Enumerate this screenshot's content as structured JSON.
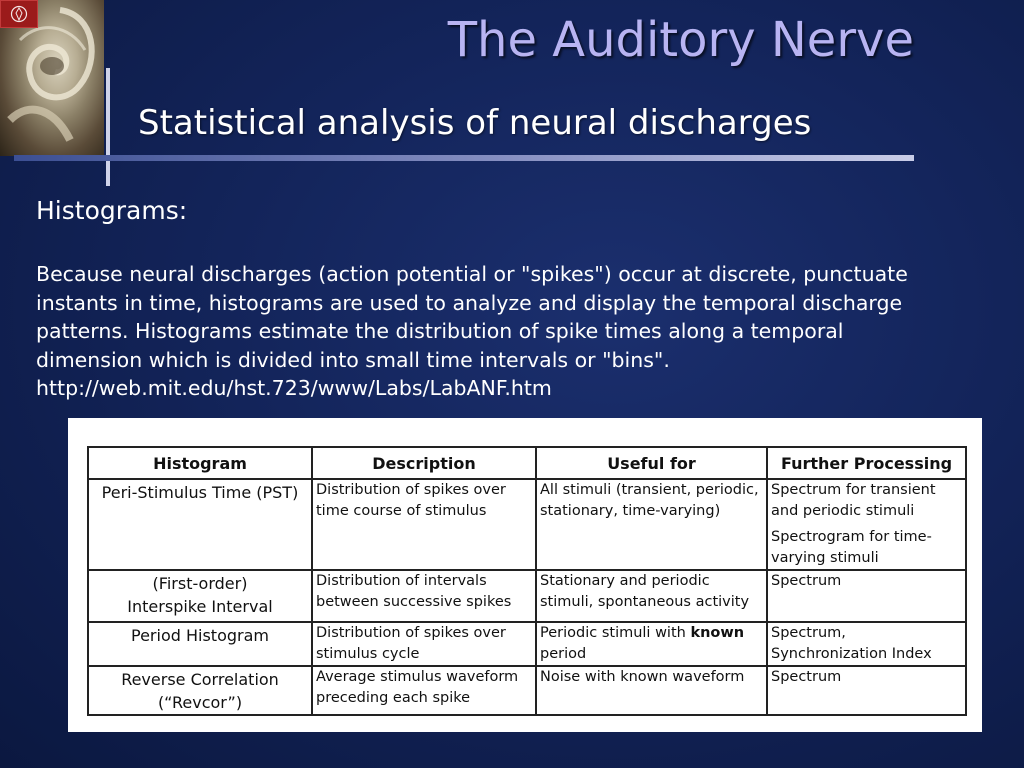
{
  "slide": {
    "title": "The Auditory Nerve",
    "subtitle": "Statistical analysis of neural discharges",
    "heading": "Histograms:",
    "body_lines": [
      "Because neural discharges (action potential or \"spikes\") occur at discrete, punctuate",
      "instants in time, histograms are used to analyze and display the temporal discharge",
      "patterns.  Histograms estimate the distribution of spike times along a temporal",
      "dimension which is divided into small time intervals or \"bins\".",
      "http://web.mit.edu/hst.723/www/Labs/LabANF.htm"
    ]
  },
  "table": {
    "headers": [
      "Histogram",
      "Description",
      "Useful for",
      "Further Processing"
    ],
    "rows": [
      {
        "histogram": "Peri-Stimulus Time (PST)",
        "description": "Distribution of spikes over time course of stimulus",
        "useful_for": "All stimuli (transient, periodic, stationary, time-varying)",
        "further_1": "Spectrum for transient and periodic stimuli",
        "further_2": "Spectrogram for time-varying stimuli"
      },
      {
        "histogram_1": "(First-order)",
        "histogram_2": "Interspike Interval",
        "description": "Distribution of intervals between successive spikes",
        "useful_for": "Stationary and periodic stimuli, spontaneous activity",
        "further_1": "Spectrum"
      },
      {
        "histogram": "Period Histogram",
        "description": "Distribution of spikes over stimulus cycle",
        "useful_for_prefix": "Periodic stimuli with ",
        "useful_for_bold": "known",
        "useful_for_suffix": " period",
        "further_1": "Spectrum, Synchronization Index"
      },
      {
        "histogram_1": "Reverse Correlation",
        "histogram_2": "(“Revcor”)",
        "description": "Average stimulus waveform preceding each spike",
        "useful_for": "Noise with known waveform",
        "further_1": "Spectrum"
      }
    ]
  },
  "colors": {
    "background": "#13245a",
    "title": "#b8b4f2",
    "text": "#ffffff",
    "logo": "#9b1b1b"
  },
  "icons": {
    "logo": "university-seal-icon",
    "image": "cochlea-illustration"
  }
}
